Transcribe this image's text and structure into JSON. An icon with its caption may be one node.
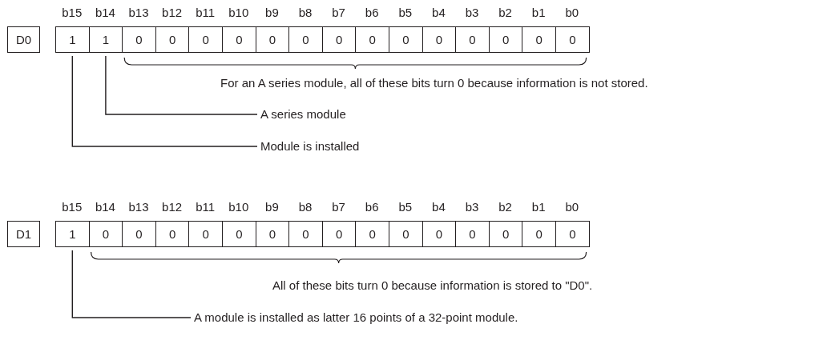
{
  "diagram": {
    "nodes": [
      {
        "text": [
          "D0"
        ]
      },
      {
        "text": [
          "1"
        ]
      },
      {
        "text": [
          "1"
        ]
      },
      {
        "text": [
          "0"
        ]
      },
      {
        "text": [
          "0"
        ]
      },
      {
        "text": [
          "0"
        ]
      },
      {
        "text": [
          "0"
        ]
      },
      {
        "text": [
          "0"
        ]
      },
      {
        "text": [
          "0"
        ]
      },
      {
        "text": [
          "0"
        ]
      },
      {
        "text": [
          "0"
        ]
      },
      {
        "text": [
          "0"
        ]
      },
      {
        "text": [
          "0"
        ]
      },
      {
        "text": [
          "0"
        ]
      },
      {
        "text": [
          "0"
        ]
      },
      {
        "text": [
          "0"
        ]
      },
      {
        "text": [
          "0"
        ]
      },
      {
        "text": [
          "A series module"
        ]
      },
      {
        "text": [
          "Module is installed"
        ]
      },
      {
        "text": [
          "D1"
        ]
      },
      {
        "text": [
          "1"
        ]
      },
      {
        "text": [
          "0"
        ]
      },
      {
        "text": [
          "0"
        ]
      },
      {
        "text": [
          "0"
        ]
      },
      {
        "text": [
          "0"
        ]
      },
      {
        "text": [
          "0"
        ]
      },
      {
        "text": [
          "0"
        ]
      },
      {
        "text": [
          "0"
        ]
      },
      {
        "text": [
          "0"
        ]
      },
      {
        "text": [
          "0"
        ]
      },
      {
        "text": [
          "0"
        ]
      },
      {
        "text": [
          "0"
        ]
      },
      {
        "text": [
          "0"
        ]
      },
      {
        "text": [
          "0"
        ]
      },
      {
        "text": [
          "0"
        ]
      },
      {
        "text": [
          "0"
        ]
      },
      {
        "text": [
          "A module is installed as latter 16 points of a 32-point module."
        ]
      }
    ],
    "edges": [
      {
        "from": 2,
        "to": 17,
        "arrow": "none"
      },
      {
        "from": 1,
        "to": 18,
        "arrow": "none"
      },
      {
        "from": 20,
        "to": 36,
        "arrow": "none"
      }
    ],
    "labels": [
      "b15",
      "b14",
      "b13",
      "b12",
      "b11",
      "b10",
      "b9",
      "b8",
      "b7",
      "b6",
      "b5",
      "b4",
      "b3",
      "b2",
      "b1",
      "b0",
      "For an A series module, all of these bits turn 0 because information is not stored.",
      "b15",
      "b14",
      "b13",
      "b12",
      "b11",
      "b10",
      "b9",
      "b8",
      "b7",
      "b6",
      "b5",
      "b4",
      "b3",
      "b2",
      "b1",
      "b0",
      "All of these bits turn 0 because information is stored to \"D0\"."
    ]
  }
}
